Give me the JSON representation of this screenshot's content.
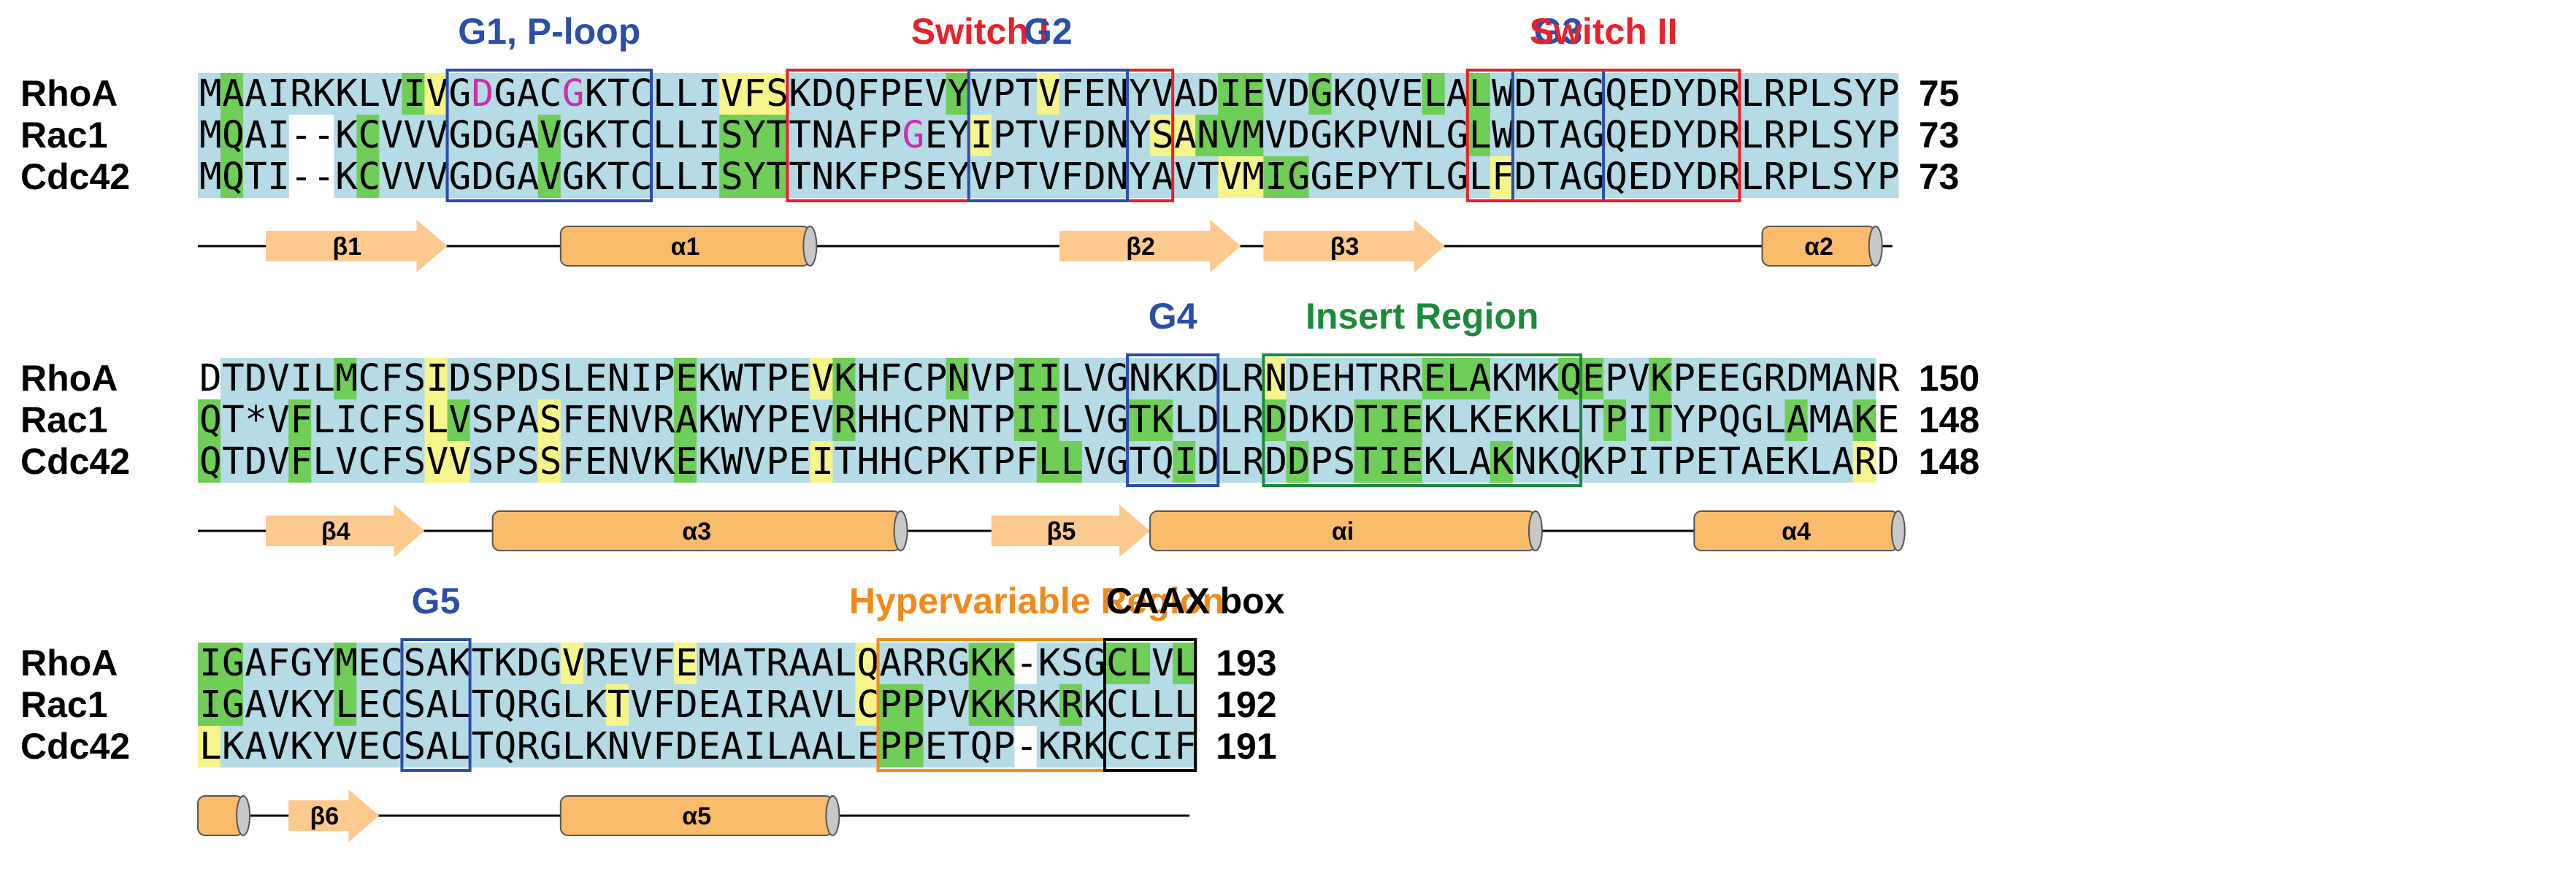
{
  "colors": {
    "blue_bg": "#b5dbe6",
    "green_bg": "#6ece57",
    "yellow_bg": "#f5f58c",
    "magenta_residue": "#cc2ea8",
    "g_box": "#2b4ea8",
    "switch_box": "#e8212a",
    "insert_box": "#1b8a3a",
    "hypervariable_box": "#f08a1c",
    "caax_box": "#000000",
    "structure_fill": "#f9bc6a",
    "strand_fill": "#fcc98e",
    "cap_fill": "#c8c8c8"
  },
  "sequence_names": [
    "RhoA",
    "Rac1",
    "Cdc42"
  ],
  "blocks": [
    {
      "rows": [
        {
          "name": "RhoA",
          "seq": "MAAIRKKLVIVGDGACGKTCLLIVFSKDQFPEVYVPTVFENYVADIEVDGKQVELALWDTAGQEDYDRLRPLSYP",
          "end": "75",
          "shade": "BGBBBBBBBGYBBBBBBBBBBBBYYYBBBBBBBGBBBYBBBBBBBGGBBGBBBBGBGBBBBBBBBBBBBBBBBBB",
          "magenta": [
            12,
            16
          ]
        },
        {
          "name": "Rac1",
          "seq": "MQAI--KCVVVGDGAVGKTCLLISYTTNAFPGEYIPTVFDNYSANVMVDGKPVNLGLWDTAGQEDYDRLRPLSYP",
          "end": "73",
          "shade": "BGBBWWBGBBBBBBBGBBBBBBBGGGBBBBBBBBYBBBBBBBYYGGGBBBBBBBBBGBBBBBBBBBBBBBBBBBB",
          "magenta": [
            31
          ]
        },
        {
          "name": "Cdc42",
          "seq": "MQTI--KCVVVGDGAVGKTCLLISYTTNKFPSEYVPTVFDNYAVTVMIGGEPYTLGLFDTAGQEDYDRLRPLSYP",
          "end": "73",
          "shade": "BGBBWWBGBBBBBBBGBBBBBBBGGGBBBBBBBBBBBBBBBBBBBYYGGBBBBBBBBYBBBBBBBBBBBBBBBBB",
          "magenta": []
        }
      ],
      "regions": [
        {
          "label": "G1, P-loop",
          "kind": "g",
          "start": 11,
          "end": 19
        },
        {
          "label": "Switch I",
          "kind": "switch",
          "start": 26,
          "end": 42
        },
        {
          "label": "G2",
          "kind": "g",
          "start": 34,
          "end": 40
        },
        {
          "label": "G3",
          "kind": "g",
          "start": 58,
          "end": 61
        },
        {
          "label": "Switch II",
          "kind": "switch",
          "start": 56,
          "end": 67
        }
      ],
      "structure": [
        {
          "type": "strand",
          "label": "β1",
          "start": 3,
          "end": 10
        },
        {
          "type": "helix",
          "label": "α1",
          "start": 16,
          "end": 26
        },
        {
          "type": "strand",
          "label": "β2",
          "start": 38,
          "end": 45
        },
        {
          "type": "strand",
          "label": "β3",
          "start": 47,
          "end": 54
        },
        {
          "type": "helix",
          "label": "α2",
          "start": 69,
          "end": 73
        }
      ]
    },
    {
      "rows": [
        {
          "name": "RhoA",
          "seq": "DTDVILMCFSIDSPDSLENIPEKWTPEVKHFCPNVPIILVGNKKDLRNDEHTRRELAKMKQEPVKPEEGRDMANR",
          "end": "150",
          "shade": "WBBBBBGBBBYBBBBBBBBBBGBBBBBYGBBBBGBBGGBBBBBBBBBYBBBBBBGGGBBBGGBBGBBBBBBBBB",
          "magenta": []
        },
        {
          "name": "Rac1",
          "seq": "QT*VFLICFSLVSPASFENVRAKWYPEVRHHCPNTPIILVGTKLDLRDDKDTIEKLKEKKLTPITYPQGLAMAKE",
          "end": "148",
          "shade": "GBBBGBBBBBYGBBBYBBBBBGBBBBBBGBBBBBBBGGBBBGGBBBBGBBBGGGBBBBBBBBGBGBBBBBGBBG",
          "magenta": []
        },
        {
          "name": "Cdc42",
          "seq": "QTDVFLVCFSVVSPSSFENVKEKWVPEITHHCPKTPFLLVGTQIDLRDDPSTIEKLAKNKQKPITPETAEKLARD",
          "end": "148",
          "shade": "GBBBGBBBBBYYBBBYBBBBBGBBBBBYBBBBBBBBBGGBBBBGBBBBGBBGGGBBBGBBBBBBBBBBBBBBBY",
          "magenta": []
        }
      ],
      "regions": [
        {
          "label": "G4",
          "kind": "g",
          "start": 41,
          "end": 44
        },
        {
          "label": "Insert Region",
          "kind": "insert",
          "start": 47,
          "end": 60
        }
      ],
      "structure": [
        {
          "type": "strand",
          "label": "β4",
          "start": 3,
          "end": 9
        },
        {
          "type": "helix",
          "label": "α3",
          "start": 13,
          "end": 30
        },
        {
          "type": "strand",
          "label": "β5",
          "start": 35,
          "end": 41
        },
        {
          "type": "helix",
          "label": "αi",
          "start": 42,
          "end": 58
        },
        {
          "type": "helix",
          "label": "α4",
          "start": 66,
          "end": 74
        }
      ]
    },
    {
      "rows": [
        {
          "name": "RhoA",
          "seq": "IGAFGYMECSAKTKDGVREVFEMATRAALQARRGKK-KSGCLVL",
          "end": "193",
          "shade": "GGBBBBGBBBBBBBBBYBBBBYBBBBBBBYBBBBGGWBBBGGBG",
          "magenta": []
        },
        {
          "name": "Rac1",
          "seq": "IGAVKYLECSALTQRGLKTVFDEAIRAVLCPPPVKKRKRKCLLL",
          "end": "192",
          "shade": "GGBBBBGBBBBBBBBBBBYBBBBBBBBBBYGGBBGGBBGBBBBB",
          "magenta": []
        },
        {
          "name": "Cdc42",
          "seq": "LKAVKYVECSALTQRGLKNVFDEAILAALEPPETQP-KRKCCIF",
          "end": "191",
          "shade": "YBBBBBBBBBBBBBBBBBBBBBBBBBBBBBGGBBBBWBBBBBBB",
          "magenta": []
        }
      ],
      "regions": [
        {
          "label": "G5",
          "kind": "g",
          "start": 9,
          "end": 11
        },
        {
          "label": "Hypervariable Region",
          "kind": "hyper",
          "start": 30,
          "end": 43
        },
        {
          "label": "CAAX box",
          "kind": "caax",
          "start": 40,
          "end": 43
        }
      ],
      "structure": [
        {
          "type": "helix",
          "label": "",
          "start": 0,
          "end": 1
        },
        {
          "type": "strand",
          "label": "β6",
          "start": 4,
          "end": 7
        },
        {
          "type": "helix",
          "label": "α5",
          "start": 16,
          "end": 27
        }
      ]
    }
  ]
}
